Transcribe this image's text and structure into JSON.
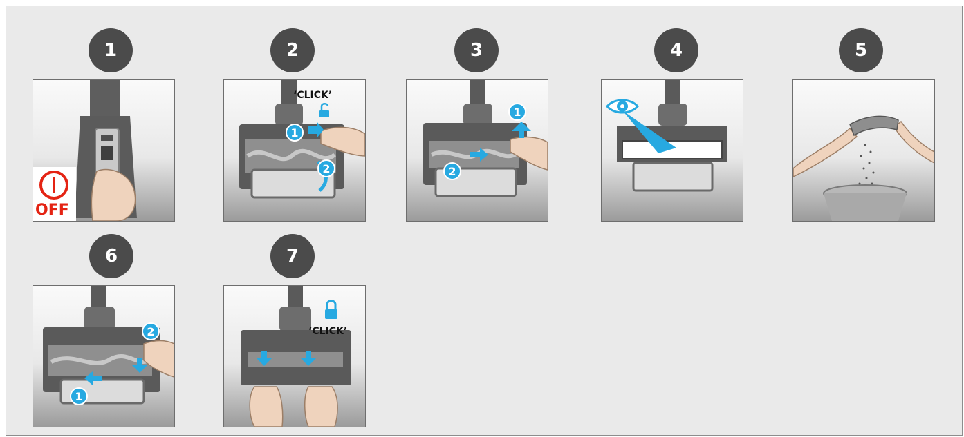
{
  "steps": [
    {
      "number": "1",
      "icon": "power-off-icon",
      "label": "OFF",
      "markers": []
    },
    {
      "number": "2",
      "icon": "unlock-icon",
      "label": "‘CLICK’",
      "markers": [
        "1",
        "2"
      ]
    },
    {
      "number": "3",
      "icon": "",
      "label": "",
      "markers": [
        "1",
        "2"
      ]
    },
    {
      "number": "4",
      "icon": "eye-icon",
      "label": "",
      "markers": []
    },
    {
      "number": "5",
      "icon": "",
      "label": "",
      "markers": []
    },
    {
      "number": "6",
      "icon": "",
      "label": "",
      "markers": [
        "2",
        "1"
      ]
    },
    {
      "number": "7",
      "icon": "lock-icon",
      "label": "‘CLICK’",
      "markers": []
    }
  ],
  "colors": {
    "badge": "#4b4b4b",
    "accent_blue": "#27a9e1",
    "off_red": "#e42313",
    "background": "#eaeaea"
  }
}
